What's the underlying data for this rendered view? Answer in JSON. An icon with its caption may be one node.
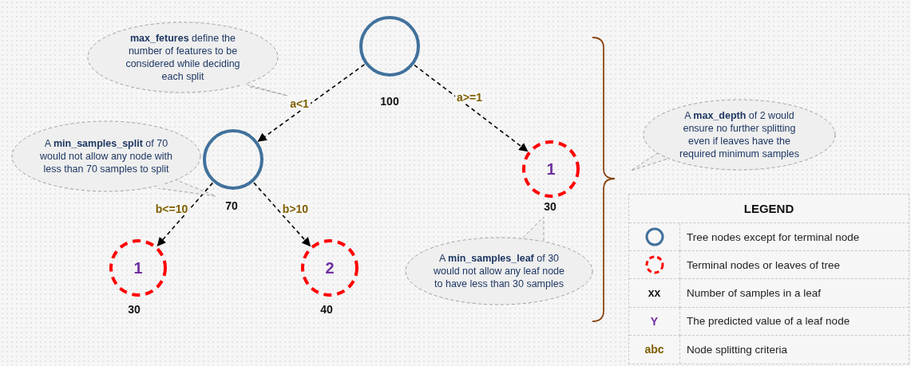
{
  "diagram": {
    "nodes": [
      {
        "text": [],
        "shape": "circle",
        "beside": [
          "100"
        ]
      },
      {
        "text": [],
        "shape": "circle",
        "beside": [
          "70"
        ]
      },
      {
        "text": [
          "1"
        ],
        "beside": [
          "30"
        ]
      },
      {
        "text": [
          "2"
        ],
        "beside": [
          "40"
        ]
      },
      {
        "text": [
          "1"
        ],
        "beside": [
          "30"
        ]
      },
      {
        "text": [
          "**max_fetures** define the number of features to be considered while deciding each split"
        ]
      },
      {
        "text": [
          "A **min_samples_split** of 70 would not allow any node with less than 70 samples to split"
        ]
      },
      {
        "text": [
          "A **max_depth** of 2 would ensure no further splitting even if leaves have the required minimum samples"
        ]
      },
      {
        "text": [
          "A **min_samples_leaf** of 30 would not allow any leaf node to have less than 30 samples"
        ]
      }
    ],
    "edges": [
      {
        "from": 0,
        "to": 1,
        "arrow": "to",
        "label": "a<1",
        "style": "dashed"
      },
      {
        "from": 0,
        "to": 4,
        "arrow": "to",
        "label": "a>=1",
        "style": "dashed"
      },
      {
        "from": 1,
        "to": 2,
        "arrow": "to",
        "label": "b<=10",
        "style": "dashed"
      },
      {
        "from": 1,
        "to": 3,
        "arrow": "to",
        "label": "b>10",
        "style": "dashed"
      }
    ],
    "labels": [
      "LEGEND",
      "xx",
      "Y",
      "abc"
    ],
    "legend": [
      {
        "text": "Tree nodes except for terminal node"
      },
      {
        "text": "Terminal nodes or leaves of tree"
      },
      {
        "text": "Number of samples in a leaf"
      },
      {
        "text": "The predicted value of a leaf node"
      },
      {
        "text": "Node splitting criteria"
      }
    ]
  }
}
